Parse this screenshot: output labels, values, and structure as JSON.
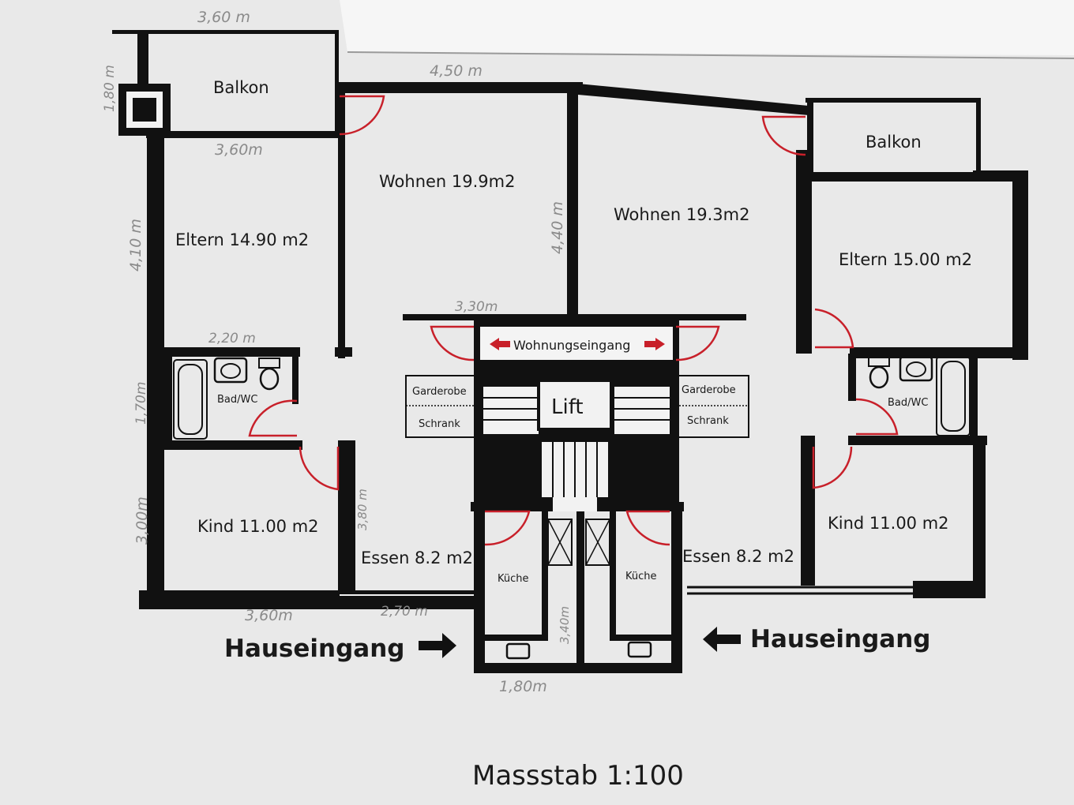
{
  "rooms": {
    "left": {
      "balkon": "Balkon",
      "wohnen": "Wohnen 19.9m2",
      "eltern": "Eltern 14.90 m2",
      "bad": "Bad/WC",
      "kind": "Kind 11.00 m2",
      "essen": "Essen 8.2 m2",
      "kueche": "Küche",
      "garderobe": "Garderobe",
      "schrank": "Schrank"
    },
    "right": {
      "balkon": "Balkon",
      "wohnen": "Wohnen 19.3m2",
      "eltern": "Eltern 15.00 m2",
      "bad": "Bad/WC",
      "kind": "Kind 11.00 m2",
      "essen": "Essen 8.2 m2",
      "kueche": "Küche",
      "garderobe": "Garderobe",
      "schrank": "Schrank"
    },
    "core": {
      "lift": "Lift",
      "wohnungseingang": "Wohnungseingang"
    }
  },
  "entrances": {
    "left": "Hauseingang",
    "right": "Hauseingang"
  },
  "dimensions": {
    "top_balkon": "3,60 m",
    "balkon_depth": "1,80 m",
    "eltern_top": "3,60m",
    "wohnen_top": "4,50 m",
    "eltern_height": "4,10 m",
    "wohnen_height": "4,40 m",
    "core_width": "3,30m",
    "bad_width": "2,20 m",
    "bad_height": "1,70m",
    "kind_height": "3,00m",
    "essen_height": "3,80 m",
    "bottom_left": "3,60m",
    "bottom_essen": "2,70 m",
    "kueche_height": "3,40m",
    "bottom_core": "1,80m"
  },
  "scale": "Massstab 1:100",
  "colors": {
    "wall": "#111111",
    "door": "#c8202a",
    "paper": "#f1f1f1"
  }
}
